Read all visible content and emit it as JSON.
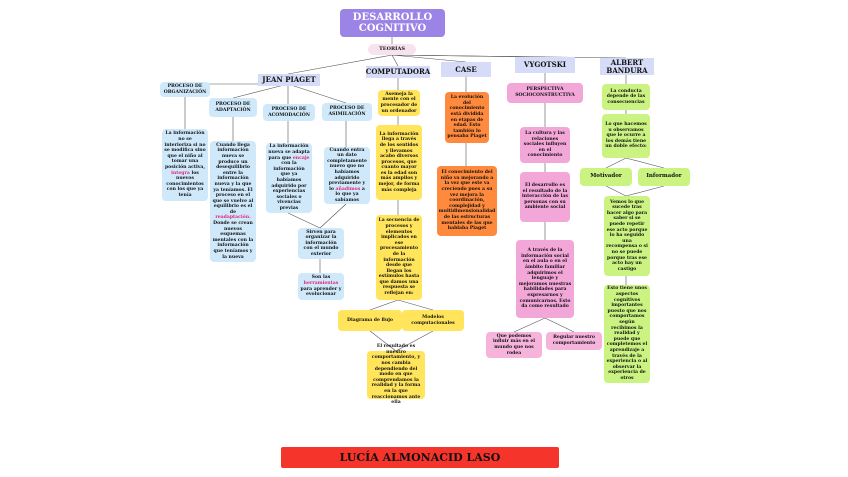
{
  "title": "DESARROLLO COGNITIVO",
  "teorias": "TEORÍAS",
  "footer": "LUCÍA ALMONACID LASO",
  "branches": {
    "piaget": {
      "header": "JEAN PIAGET",
      "proceso_org": "PROCESO DE ORGANIZACIÓN",
      "proceso_adap": "PROCESO DE ADAPTACIÓN",
      "proceso_acom": "PROCESO DE ACOMODACIÓN",
      "proceso_asim": "PROCESO DE ASIMILACIÓN",
      "org_text_a": "La información no se interioriza si no se modifica sino que el niño al tomar una posición activa,",
      "org_text_hl": "integra",
      "org_text_b": "los nuevos conocimientos con los que ya tenía",
      "adap_text_a": "Cuando llega información nueva se produce un desequilibrio entre la información nueva y la que ya teníamos. El proceso en el que se vuelve al equilibrio es el de",
      "adap_text_hl": "readaptación.",
      "adap_text_b": "Donde se crean nuevos esquemas mentales con la información que teníamos y la nueva",
      "acom_text_a": "La información nueva se adapta para que",
      "acom_text_hl": "encaje",
      "acom_text_b": "con la información que ya habíamos adquirido por experiencias sociales o vivencias previas",
      "asim_text_a": "Cuando entra un dato completamente nuevo que no habíamos adquirido previamente y lo",
      "asim_text_hl": "añadimos",
      "asim_text_b": "a lo que ya sabíamos",
      "sirven": "Sirven para organizar la información con el mundo exterior",
      "son_a": "Son las",
      "son_hl": "herramientas",
      "son_b": "para aprender y evolucionar"
    },
    "computadora": {
      "header": "COMPUTADORA",
      "t1": "Asemeja la mente con el procesador de un ordenador",
      "t2": "La información llega a través de los sentidos y llevamos acabo diversos procesos, que cuanto mayor es la edad son más amplios y mejor, de forma más compleja",
      "t3": "La secuencia de procesos y elementos implicados en ese procesamiento de la información desde que llegan los estímulos hasta que damos una respuesta se reflejan en:",
      "diagrama": "Diagrama de flujo",
      "modelos": "Modelos computacionales",
      "resultado": "El resultado es nuestro comportamiento, y nos cambia dependiendo del modo en que comprendamos la realidad y la forma en la que reaccionamos ante ella"
    },
    "case": {
      "header": "CASE",
      "t1": "La evolución del conocimiento está dividida en etapas de edad. Esto también lo pensaba Piaget",
      "t2": "El conocimiento del niño va mejorando a la vez que este va creciendo pues a su vez mejora la coordinación, complejidad y multidimensionalidad de las estructuras mentales de las que hablaba Piaget"
    },
    "vygotski": {
      "header": "VYGOTSKI",
      "perspectiva": "PERSPECTIVA SOCIOCONSTRUCTIVA",
      "t1": "La cultura y las relaciones sociales influyen en el conocimiento",
      "t2": "El desarrollo es el resultado de la interacción de las personas con su ambiente social",
      "t3": "A través de la información social en el aula o en el ámbito familiar adquirimos el lenguaje y mejoramos nuestras habilidades para expresarnos y comunicarnos. Esto da como resultado",
      "t4": "Que podemos influir más en el mundo que nos rodea",
      "t5": "Regular nuestro comportamiento"
    },
    "bandura": {
      "header": "ALBERT BANDURA",
      "t1": "La conducta depende de las consecuencias",
      "t2": "Lo que hacemos u observamos que le ocurre a los demás tiene un doble efecto:",
      "motivador": "Motivador",
      "informador": "Informador",
      "t3": "Vemos lo que sucede tras hacer algo para saber si se puede repetir ese acto porque lo ha seguido una recompensa o si no se puede porque tras ese acto hay un castigo",
      "t4": "Esto tiene unos aspectos cognitivos importantes puesto que nos comportamos según recibimos la realidad y puede que completemos el aprendizaje a través de la experiencia o al observar la experiencia de otros"
    }
  },
  "colors": {
    "title_bg": "#9b84e6",
    "footer_bg": "#f5342c",
    "piaget": "#cfe9fb",
    "headers": "#d6dcf7",
    "computadora": "#ffe45c",
    "case": "#ff8a3d",
    "vygotski": "#f2a7d8",
    "bandura": "#cbf382"
  }
}
